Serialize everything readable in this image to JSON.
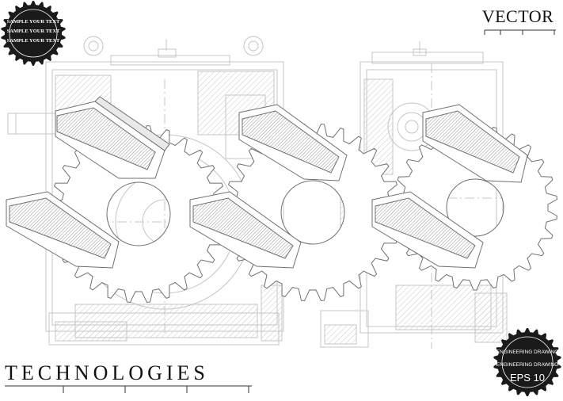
{
  "badge_top_left": {
    "lines": [
      "SAMPLE YOUR TEXT",
      "SAMPLE YOUR TEXT",
      "SAMPLE YOUR TEXT"
    ]
  },
  "badge_bottom_right": {
    "lines": [
      "ENGINEERING DRAWING",
      "ENGINEERING DRAWING"
    ],
    "footer": "EPS 10"
  },
  "header": {
    "title": "VECTOR"
  },
  "footer": {
    "title": "TECHNOLOGIES"
  },
  "colors": {
    "line": "#bdbdbd",
    "dark_line": "#6f6f6f",
    "badge": "#1a1a1a"
  },
  "icons": [
    "gear-icon",
    "gear-icon"
  ]
}
